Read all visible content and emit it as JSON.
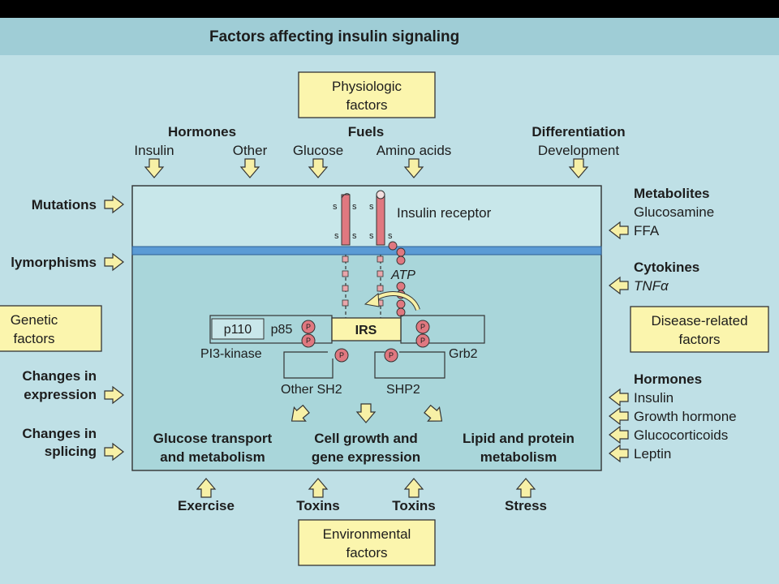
{
  "title": "Factors affecting insulin signaling",
  "top": {
    "physiologic": [
      "Physiologic",
      "factors"
    ],
    "hormones": {
      "header": "Hormones",
      "items": [
        "Insulin",
        "Other"
      ]
    },
    "fuels": {
      "header": "Fuels",
      "items": [
        "Glucose",
        "Amino acids"
      ]
    },
    "differentiation": {
      "header": "Differentiation",
      "items": [
        "Development"
      ]
    }
  },
  "left": {
    "mutations": "Mutations",
    "polymorphisms": "lymorphisms",
    "genetic": [
      "Genetic",
      "factors"
    ],
    "expression": [
      "Changes in",
      "expression"
    ],
    "splicing": [
      "Changes in",
      "splicing"
    ]
  },
  "right": {
    "metabolites": {
      "header": "Metabolites",
      "items": [
        "Glucosamine",
        "FFA"
      ]
    },
    "cytokines": {
      "header": "Cytokines",
      "items": [
        "TNFα"
      ]
    },
    "disease": [
      "Disease-related",
      "factors"
    ],
    "hormones": {
      "header": "Hormones",
      "items": [
        "Insulin",
        "Growth hormone",
        "Glucocorticoids",
        "Leptin"
      ]
    }
  },
  "center": {
    "receptor": "Insulin receptor",
    "atp": "ATP",
    "s": "s",
    "p": "P",
    "irs": "IRS",
    "p110": "p110",
    "p85": "p85",
    "pi3k": "PI3-kinase",
    "grb2": "Grb2",
    "other_sh2": "Other SH2",
    "shp2": "SHP2",
    "outcomes": [
      [
        "Glucose transport",
        "and metabolism"
      ],
      [
        "Cell growth and",
        "gene expression"
      ],
      [
        "Lipid and protein",
        "metabolism"
      ]
    ]
  },
  "bottom": {
    "items": [
      "Exercise",
      "Toxins",
      "Toxins",
      "Stress"
    ],
    "environmental": [
      "Environmental",
      "factors"
    ]
  },
  "colors": {
    "slide_bg": "#bfe0e6",
    "title_band": "#9fcdd6",
    "yellow_box": "#fbf5ad",
    "arrow_fill": "#f7f0a6",
    "membrane": "#5b9bd5",
    "phospho": "#e07880"
  }
}
